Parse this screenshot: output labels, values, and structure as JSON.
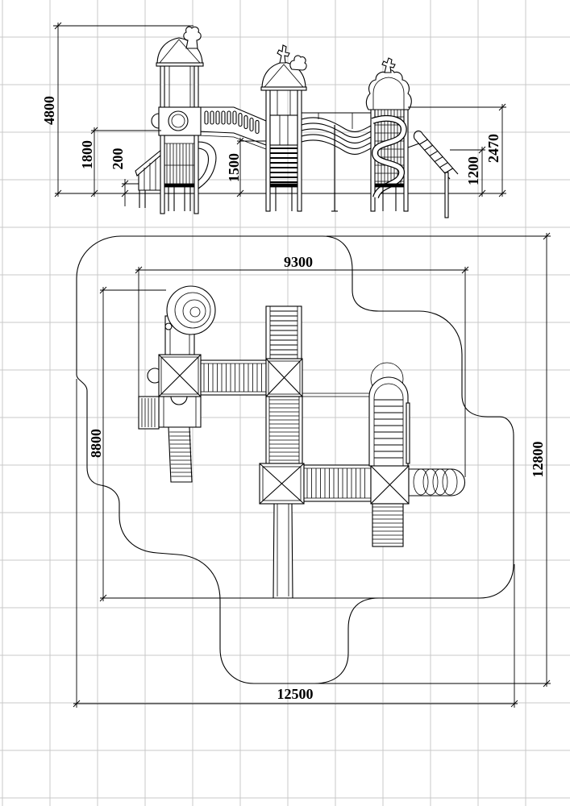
{
  "drawing": {
    "elevation_dimensions": {
      "overall_height": "4800",
      "platform_height_left": "1800",
      "step_height": "200",
      "platform_height_middle": "1500",
      "platform_height_right": "2470",
      "ladder_height": "1200"
    },
    "plan_dimensions": {
      "equipment_width": "9300",
      "equipment_depth": "8800",
      "safety_zone_depth": "12800",
      "safety_zone_width": "12500"
    }
  },
  "colors": {
    "line": "#000000",
    "grid": "#c9c9c9",
    "background": "#ffffff"
  }
}
